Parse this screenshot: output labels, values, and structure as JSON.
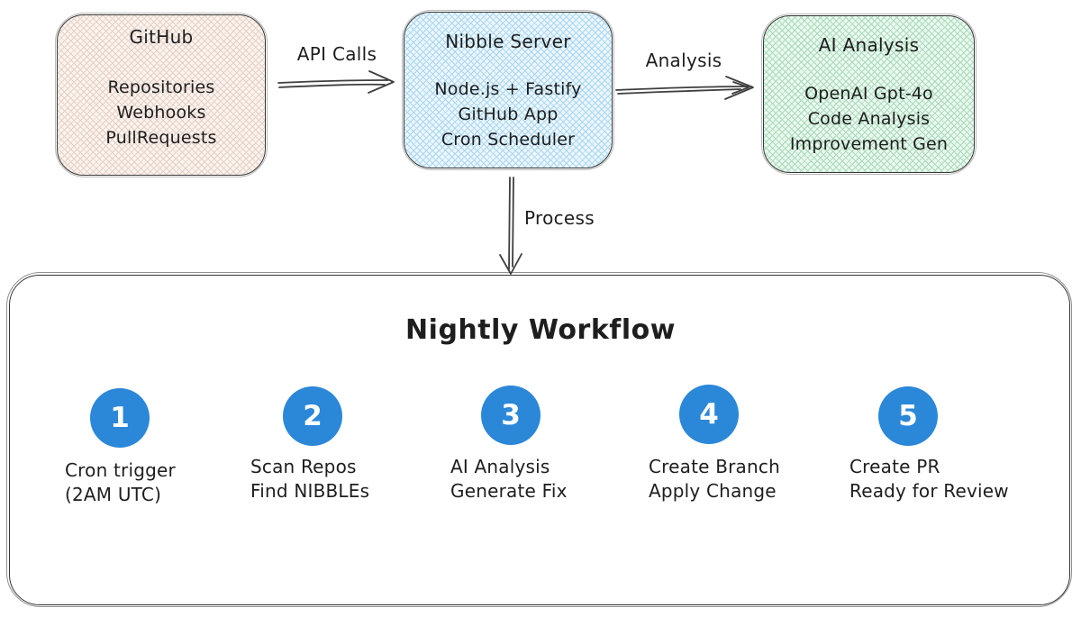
{
  "nodes": {
    "github": {
      "title": "GitHub",
      "lines": [
        "Repositories",
        "Webhooks",
        "PullRequests"
      ]
    },
    "nibble_server": {
      "title": "Nibble Server",
      "lines": [
        "Node.js + Fastify",
        "GitHub App",
        "Cron Scheduler"
      ]
    },
    "ai_analysis": {
      "title": "AI Analysis",
      "lines": [
        "OpenAI Gpt-4o",
        "Code Analysis",
        "Improvement Gen"
      ]
    }
  },
  "edges": {
    "api_calls": "API Calls",
    "analysis": "Analysis",
    "process": "Process"
  },
  "workflow": {
    "title": "Nightly Workflow",
    "steps": [
      {
        "number": "1",
        "lines": [
          "Cron trigger",
          "(2AM UTC)"
        ]
      },
      {
        "number": "2",
        "lines": [
          "Scan Repos",
          "Find NIBBLEs"
        ]
      },
      {
        "number": "3",
        "lines": [
          "AI Analysis",
          "Generate Fix"
        ]
      },
      {
        "number": "4",
        "lines": [
          "Create Branch",
          "Apply Change"
        ]
      },
      {
        "number": "5",
        "lines": [
          "Create PR",
          "Ready for Review"
        ]
      }
    ]
  },
  "colors": {
    "github_fill": "#faf4ef",
    "github_hatch": "#e7cfc4",
    "nibble_fill": "#ecf6fc",
    "nibble_hatch": "#a8d7f2",
    "ai_fill": "#ebf8f0",
    "ai_hatch": "#a7dbb7",
    "circle_blue": "#2b87d8",
    "arrow_blue": "#2572cd"
  }
}
